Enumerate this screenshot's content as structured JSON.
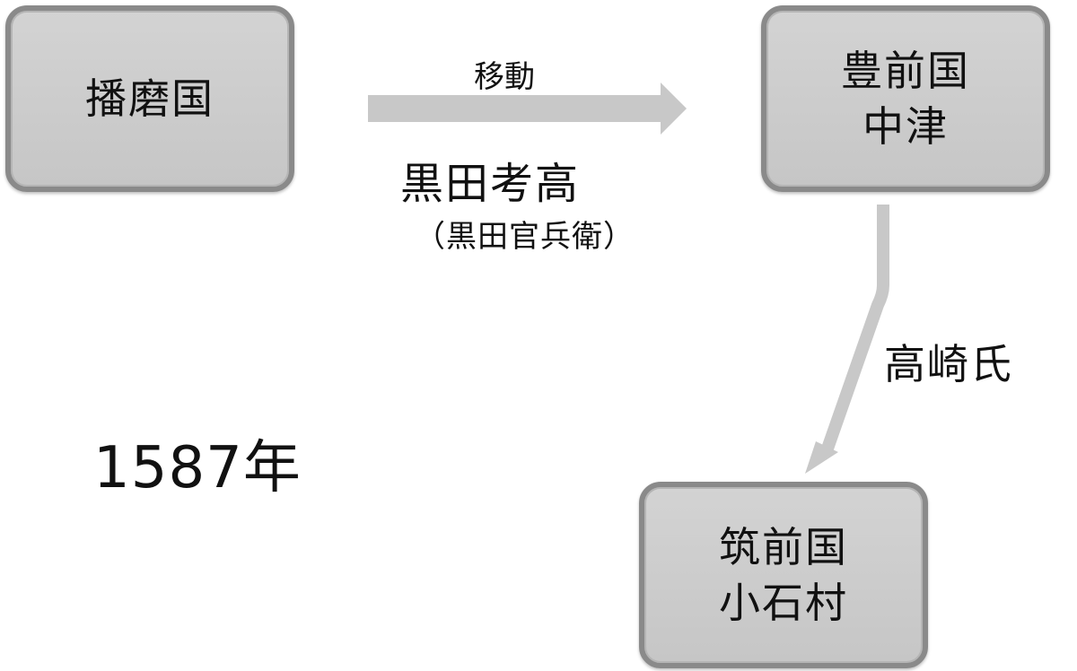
{
  "nodes": {
    "harima": {
      "lines": [
        "播磨国"
      ]
    },
    "buzen": {
      "lines": [
        "豊前国",
        "中津"
      ]
    },
    "chikuzen": {
      "lines": [
        "筑前国",
        "小石村"
      ]
    }
  },
  "labels": {
    "move": "移動",
    "person_name": "黒田考高",
    "person_alias": "（黒田官兵衛）",
    "clan": "高崎氏",
    "year": "1587年"
  },
  "colors": {
    "box_fill": "#cccccc",
    "box_border": "#8a8a8a",
    "arrow": "#c8c8c8",
    "text": "#111111"
  }
}
